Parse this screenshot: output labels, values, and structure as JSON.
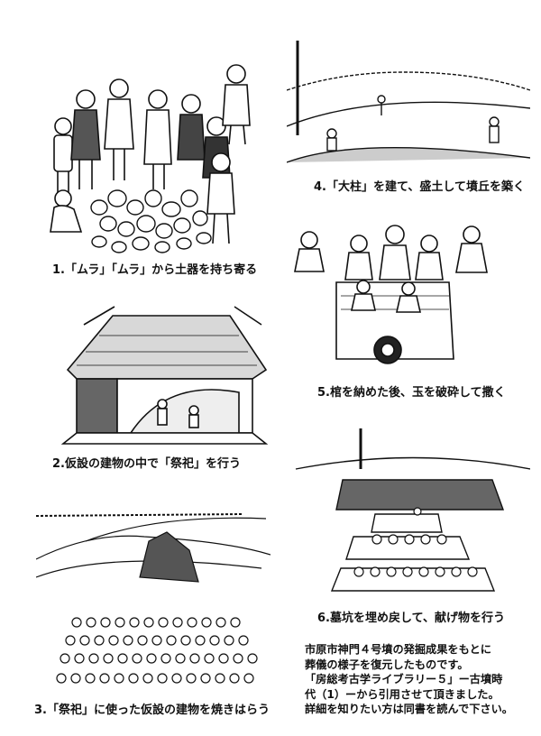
{
  "panels": [
    {
      "caption": "1.「ムラ」「ムラ」から土器を持ち寄る"
    },
    {
      "caption": "2.仮設の建物の中で「祭祀」を行う"
    },
    {
      "caption": "3.「祭祀」に使った仮設の建物を焼きはらう"
    },
    {
      "caption": "4.「大柱」を建て、盛土して墳丘を築く"
    },
    {
      "caption": "5.棺を納めた後、玉を破砕して撒く"
    },
    {
      "caption": "6.墓坑を埋め戻して、献げ物を行う"
    }
  ],
  "note": {
    "lines": [
      "市原市神門４号墳の発掘成果をもとに",
      "葬儀の様子を復元したものです。",
      "「房総考古学ライブラリー５」ー古墳時",
      "代（1）ーから引用させて頂きました。",
      "詳細を知りたい方は同書を読んで下さい。"
    ]
  }
}
